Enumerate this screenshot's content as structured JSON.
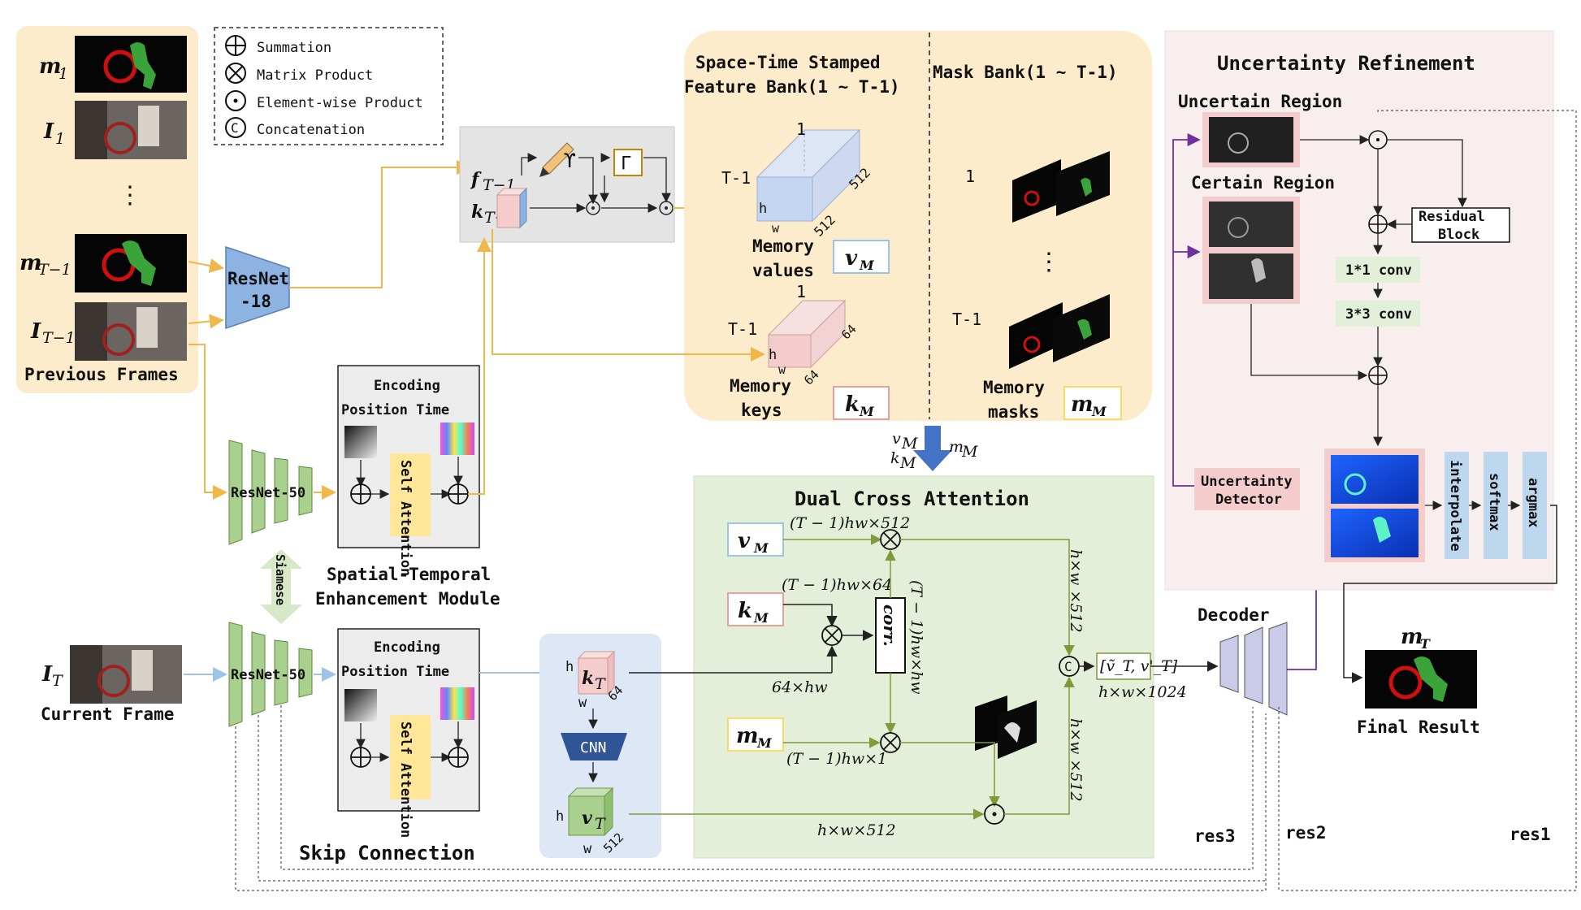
{
  "legend": {
    "summation": "Summation",
    "matrix_product": "Matrix Product",
    "element_wise": "Element-wise Product",
    "concatenation": "Concatenation"
  },
  "previous_frames": {
    "m1": "m",
    "m1_sub": "1",
    "i1": "I",
    "i1_sub": "1",
    "dots": "⋮",
    "mT1": "m",
    "mT1_sub": "T−1",
    "iT1": "I",
    "iT1_sub": "T−1",
    "title": "Previous Frames"
  },
  "resnet18": {
    "line1": "ResNet",
    "line2": "-18"
  },
  "gamma_box": {
    "f_label": "f",
    "f_sub": "T−1",
    "k_label": "k",
    "k_sub": "T−1",
    "upsilon": "ϒ",
    "gamma": "Γ"
  },
  "feature_bank": {
    "title1": "Space-Time Stamped",
    "title2": "Feature Bank(1 ~ T-1)",
    "v_one": "1",
    "v_t1": "T-1",
    "v_h": "h",
    "v_w": "w",
    "v_512a": "512",
    "v_512b": "512",
    "v_label1": "Memory",
    "v_label2": "values",
    "v_sym": "v",
    "v_sym_sub": "M",
    "k_one": "1",
    "k_t1": "T-1",
    "k_h": "h",
    "k_w": "w",
    "k_64a": "64",
    "k_64b": "64",
    "k_label1": "Memory",
    "k_label2": "keys",
    "k_sym": "k",
    "k_sym_sub": "M"
  },
  "mask_bank": {
    "title": "Mask Bank(1 ~ T-1)",
    "one": "1",
    "dots": "⋮",
    "t1": "T-1",
    "label1": "Memory",
    "label2": "masks",
    "sym": "m",
    "sym_sub": "M"
  },
  "arrow_labels": {
    "vM": "v",
    "kM": "k",
    "mM": "m",
    "sub": "M"
  },
  "enc_top": {
    "resnet": "ResNet-50",
    "title1": "Encoding",
    "title2": "Position  Time",
    "self_attention": "Self Attention",
    "module1": "Spatial-Temporal",
    "module2": "Enhancement Module"
  },
  "siamese": "Siamese",
  "enc_bottom": {
    "resnet": "ResNet-50",
    "title1": "Encoding",
    "title2": "Position  Time",
    "self_attention": "Self Attention"
  },
  "current_frame": {
    "sym": "I",
    "sub": "T",
    "label": "Current Frame"
  },
  "cnn_block": {
    "k": "k",
    "k_sub": "T",
    "v": "v",
    "v_sub": "T",
    "h": "h",
    "w": "w",
    "n64": "64",
    "n512": "512",
    "cnn": "CNN"
  },
  "skip": "Skip Connection",
  "dca": {
    "title": "Dual Cross Attention",
    "vM": "v",
    "kM": "k",
    "mM": "m",
    "sub": "M",
    "lbl_v": "(T − 1)hw×512",
    "lbl_k": "(T − 1)hw×64",
    "lbl_m": "(T − 1)hw×1",
    "corr": "corr.",
    "corr_dim": "(T − 1)hw×hw",
    "kT_dim": "64×hw",
    "vT_dim": "h×w×512",
    "right_top": "h×w ×512",
    "right_bot": "h×w ×512",
    "concat_box": "[ṽ_T, v'_T]",
    "concat_dim": "h×w×1024"
  },
  "decoder": {
    "title": "Decoder",
    "res3": "res3",
    "res2": "res2",
    "res1": "res1"
  },
  "uncertainty": {
    "title": "Uncertainty Refinement",
    "uncertain": "Uncertain Region",
    "certain": "Certain Region",
    "residual1": "Residual",
    "residual2": "Block",
    "conv1": "1*1 conv",
    "conv3": "3*3 conv",
    "detector1": "Uncertainty",
    "detector2": "Detector",
    "interpolate": "interpolate",
    "softmax": "softmax",
    "argmax": "argmax"
  },
  "final": {
    "sym": "m",
    "sub": "T",
    "label": "Final Result"
  },
  "colors": {
    "prev_bg": "#fdeccb",
    "bank_bg": "#fdeccb",
    "dca_bg": "#e3efd9",
    "unc_bg": "#f8eeee",
    "resnet18": "#8db3e2",
    "resnet50": "#a9d08e",
    "self_attn": "#ffe699",
    "cnn": "#2f5597",
    "orange_line": "#f0b74a",
    "blue_line": "#9dc3e6",
    "green_line": "#7f9a3a",
    "purple_line": "#7030a0",
    "pink_box": "#f4cccc",
    "conv_box": "#e2f0d9"
  }
}
